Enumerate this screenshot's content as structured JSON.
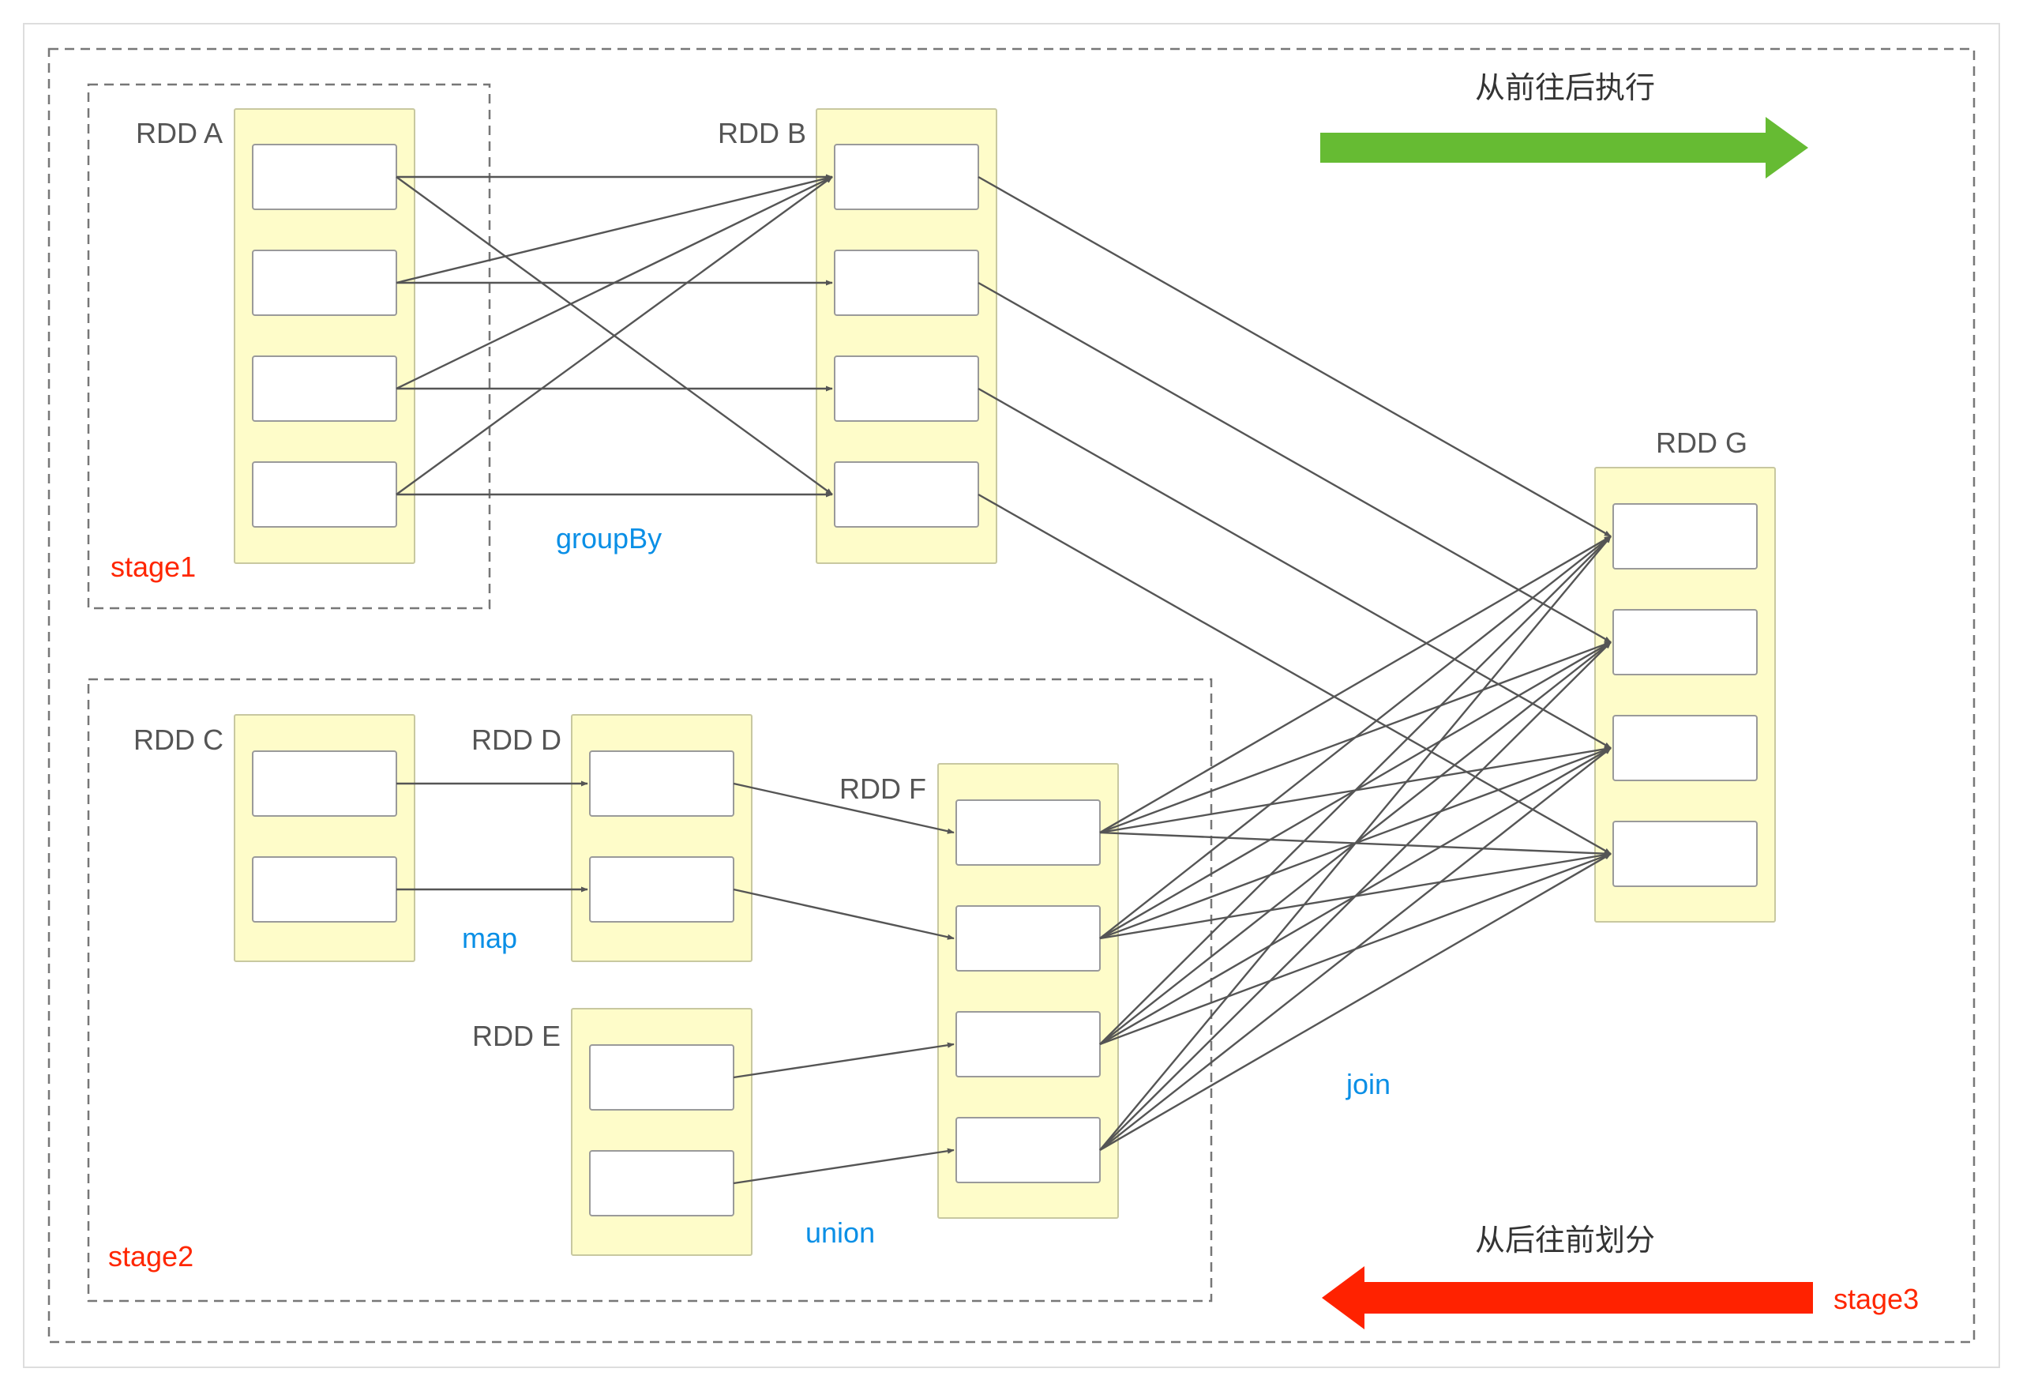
{
  "colors": {
    "rdd_fill": "#fefcc9",
    "rdd_stroke": "#c8c8a0",
    "partition_fill": "#ffffff",
    "partition_stroke": "#9a9a9a",
    "edge": "#555555",
    "stage_label": "#ff2600",
    "op_label": "#0a8fe6",
    "rdd_label": "#555555",
    "forward_arrow": "#66bb33",
    "backward_arrow": "#ff2200"
  },
  "rdds": {
    "a": {
      "label": "RDD A",
      "partitions": 4
    },
    "b": {
      "label": "RDD B",
      "partitions": 4
    },
    "c": {
      "label": "RDD C",
      "partitions": 2
    },
    "d": {
      "label": "RDD D",
      "partitions": 2
    },
    "e": {
      "label": "RDD E",
      "partitions": 2
    },
    "f": {
      "label": "RDD F",
      "partitions": 4
    },
    "g": {
      "label": "RDD G",
      "partitions": 4
    }
  },
  "operations": {
    "groupby": "groupBy",
    "map": "map",
    "union": "union",
    "join": "join"
  },
  "stages": {
    "stage1": "stage1",
    "stage2": "stage2",
    "stage3": "stage3"
  },
  "arrows": {
    "forward": "从前往后执行",
    "backward": "从后往前划分"
  }
}
